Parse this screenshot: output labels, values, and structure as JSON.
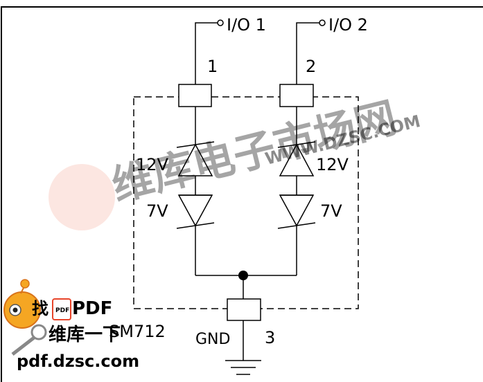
{
  "labels": {
    "io1": "I/O 1",
    "io2": "I/O 2",
    "pin1": "1",
    "pin2": "2",
    "pin3": "3",
    "tvs12_left": "12V",
    "tvs12_right": "12V",
    "tvs7_left": "7V",
    "tvs7_right": "7V",
    "part": "SM712",
    "gnd": "GND"
  },
  "watermark": {
    "chinese": "维库电子市场网",
    "domain": "WWW.DZSC.COM",
    "logo_line1": "找PDF",
    "logo_line2": "维库一下",
    "logo_url": "pdf.dzsc.com",
    "logo_icon_text": "PDF"
  },
  "colors": {
    "line": "#000000",
    "watermark": "#f7b8a8",
    "logo_orange": "#f08a1c",
    "logo_red": "#e8452a"
  }
}
